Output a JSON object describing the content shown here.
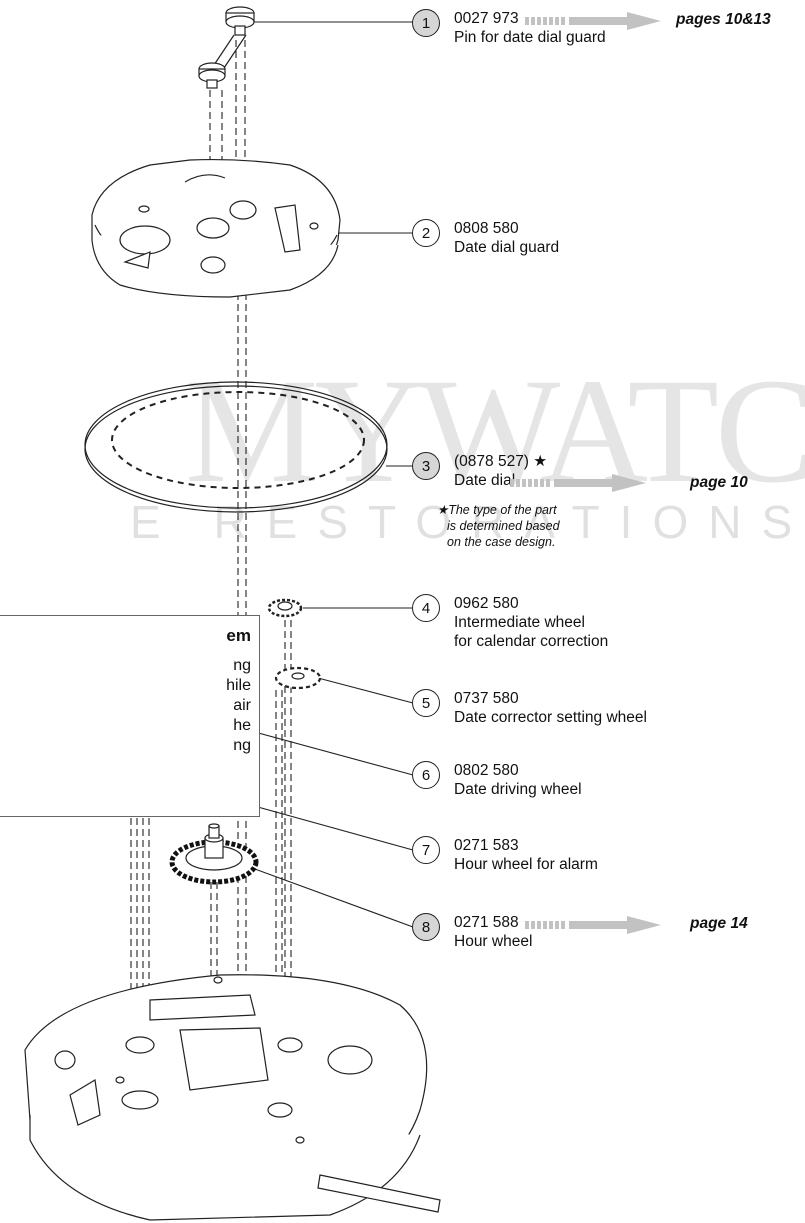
{
  "parts": [
    {
      "num": "1",
      "code": "0027 973",
      "name": "Pin for date dial guard",
      "shaded": true,
      "page_ref": "pages 10&13"
    },
    {
      "num": "2",
      "code": "0808 580",
      "name": "Date dial guard",
      "shaded": false
    },
    {
      "num": "3",
      "code": "(0878 527) ★",
      "name": "Date dial",
      "shaded": true,
      "page_ref": "page 10"
    },
    {
      "num": "4",
      "code": "0962 580",
      "name": "Intermediate wheel",
      "name2": "for calendar correction",
      "shaded": false
    },
    {
      "num": "5",
      "code": "0737 580",
      "name": "Date corrector setting wheel",
      "shaded": false
    },
    {
      "num": "6",
      "code": "0802 580",
      "name": "Date driving wheel",
      "shaded": false
    },
    {
      "num": "7",
      "code": "0271 583",
      "name": "Hour wheel for alarm",
      "shaded": false
    },
    {
      "num": "8",
      "code": "0271 588",
      "name": "Hour wheel",
      "shaded": true,
      "page_ref": "page 14"
    }
  ],
  "note": {
    "star": "★",
    "line1": "The type of the part",
    "line2": "is determined based",
    "line3": "on the case design."
  },
  "sidebox": {
    "title": "em",
    "lines": [
      "ng",
      "hile",
      "air",
      "he",
      "ng"
    ]
  },
  "watermark": {
    "line1": "MYWATCH",
    "line2": "E RESTORATIONS"
  },
  "colors": {
    "shaded_circle": "#d6d6d6",
    "arrow": "#c2c2c2",
    "line": "#222222"
  }
}
